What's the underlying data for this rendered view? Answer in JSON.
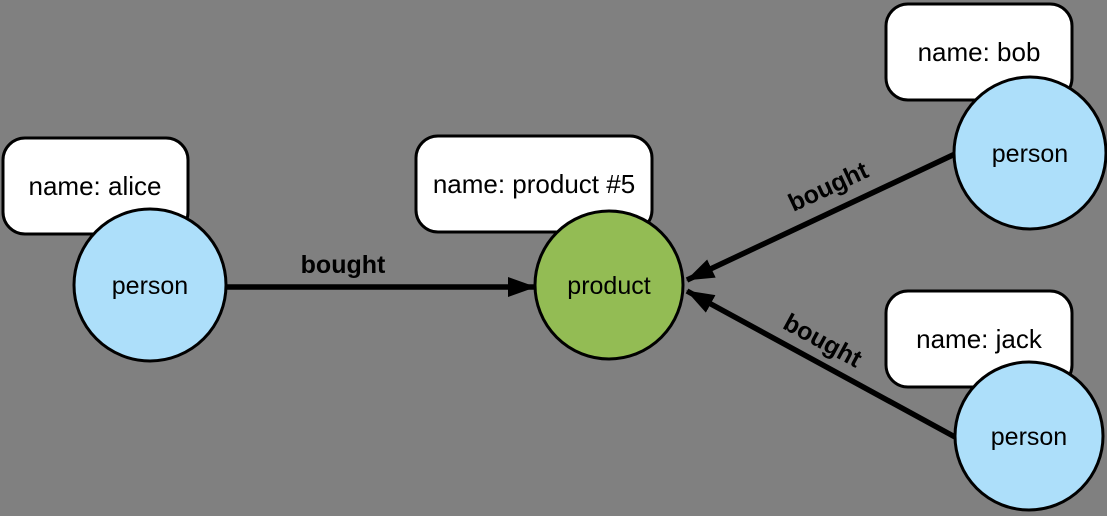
{
  "diagram": {
    "background_color": "#808080",
    "colors": {
      "person_node_fill": "#ADDFFA",
      "product_node_fill": "#93BC54",
      "node_stroke": "#000000",
      "property_box_fill": "#FFFFFF",
      "edge_color": "#000000"
    },
    "nodes": [
      {
        "id": "alice",
        "type": "person",
        "label": "person",
        "property": "name: alice"
      },
      {
        "id": "product",
        "type": "product",
        "label": "product",
        "property": "name: product #5"
      },
      {
        "id": "bob",
        "type": "person",
        "label": "person",
        "property": "name: bob"
      },
      {
        "id": "jack",
        "type": "person",
        "label": "person",
        "property": "name: jack"
      }
    ],
    "edges": [
      {
        "from": "alice",
        "to": "product",
        "label": "bought"
      },
      {
        "from": "bob",
        "to": "product",
        "label": "bought"
      },
      {
        "from": "jack",
        "to": "product",
        "label": "bought"
      }
    ]
  }
}
